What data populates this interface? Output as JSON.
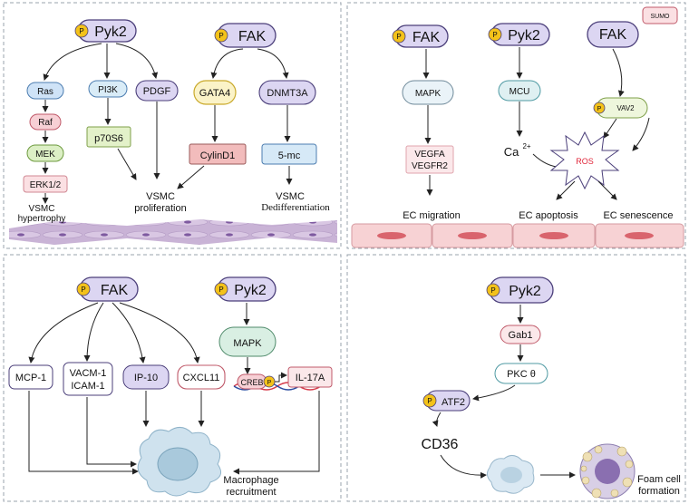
{
  "p_label": "P",
  "top_left": {
    "pyk2": "Pyk2",
    "fak": "FAK",
    "ras": "Ras",
    "raf": "Raf",
    "mek": "MEK",
    "erk": "ERK1/2",
    "pi3k": "PI3K",
    "p70s6": "p70S6",
    "pdgf": "PDGF",
    "gata4": "GATA4",
    "dnmt3a": "DNMT3A",
    "cylind1": "CylinD1",
    "fivemc": "5-mc",
    "hyper_1": "VSMC",
    "hyper_2": "hypertrophy",
    "prolif_1": "VSMC",
    "prolif_2": "proliferation",
    "dediff_1": "VSMC",
    "dediff_2": "Dedifferentiation"
  },
  "top_right": {
    "fak1": "FAK",
    "pyk2": "Pyk2",
    "fak2": "FAK",
    "sumo": "SUMO",
    "mapk": "MAPK",
    "mcu": "MCU",
    "vav2": "VAV2",
    "vegfa": "VEGFA",
    "vegfr2": "VEGFR2",
    "ca": "Ca",
    "ca_sup": "2+",
    "ros": "ROS",
    "ec_migration": "EC migration",
    "ec_apoptosis": "EC apoptosis",
    "ec_senescence": "EC senescence"
  },
  "bottom_left": {
    "fak": "FAK",
    "pyk2": "Pyk2",
    "mapk": "MAPK",
    "mcp1": "MCP-1",
    "vacm1": "VACM-1",
    "icam1": "ICAM-1",
    "ip10": "IP-10",
    "cxcl11": "CXCL11",
    "creb": "CREB",
    "il17a": "IL-17A",
    "macro_1": "Macrophage",
    "macro_2": "recruitment"
  },
  "bottom_right": {
    "pyk2": "Pyk2",
    "gab1": "Gab1",
    "pkc": "PKC θ",
    "atf2": "ATF2",
    "cd36": "CD36",
    "foam_1": "Foam cell",
    "foam_2": "formation"
  },
  "colors": {
    "pill_purple": "#dcd6f2",
    "pill_stroke": "#4b3f7a",
    "phospho_yellow": "#f3c21a",
    "ras_blue": "#cfe3f7",
    "raf_pink": "#f7d0d5",
    "mek_green": "#dcefc5",
    "cylind_pink": "#f2bcbc",
    "gata_yellow": "#fbf3c8",
    "fivemc_blue": "#d6e9f7",
    "smooth_muscle": "#cdb7d8",
    "endothelial": "#f7d2d4",
    "macrophage": "#cfe2ee"
  }
}
